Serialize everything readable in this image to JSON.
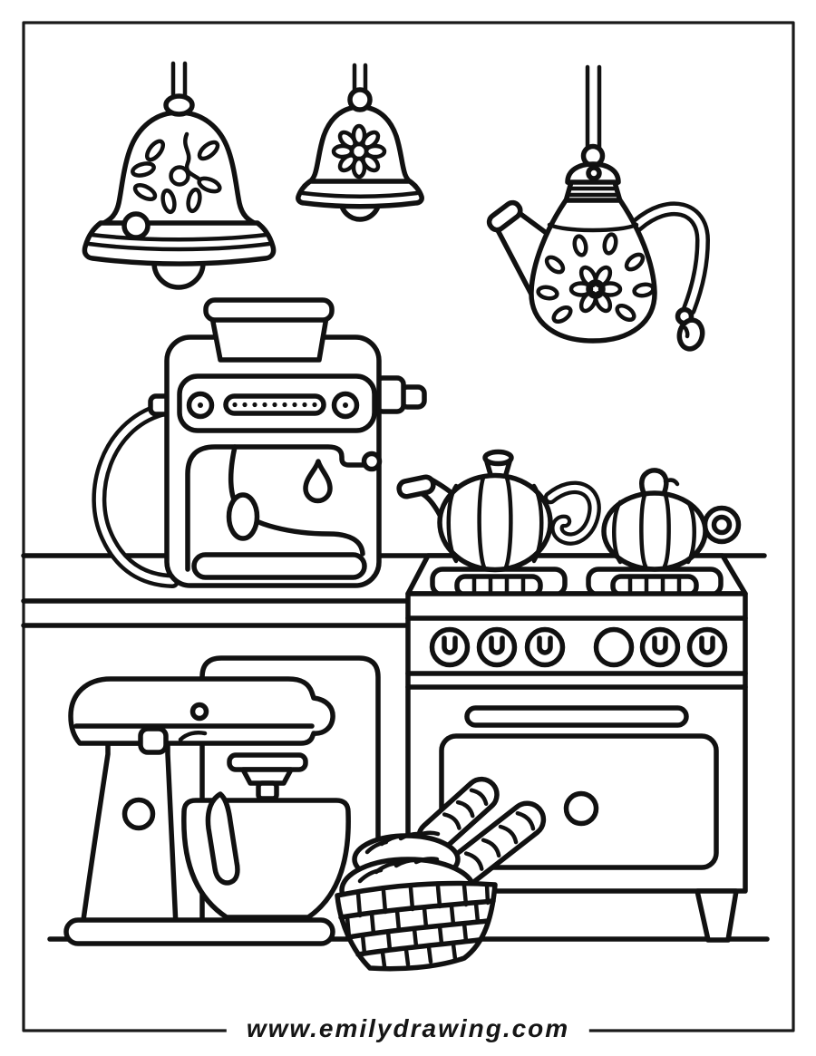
{
  "page": {
    "type": "coloring-page",
    "background": "#ffffff",
    "ink": "#111111",
    "description": "Black-and-white line-art coloring page of a kitchen scene"
  },
  "scene": {
    "objects": [
      "large-bell-lamp",
      "small-bell-lamp",
      "hanging-teapot",
      "coffee-machine",
      "countertop",
      "gas-stove",
      "pumpkin-kettle-left",
      "pumpkin-kettle-right",
      "wall-panel",
      "stand-mixer",
      "mixing-bowl",
      "bread-basket",
      "round-loaves",
      "baguettes",
      "floor-line"
    ]
  },
  "footer": {
    "url": "www.emilydrawing.com"
  }
}
